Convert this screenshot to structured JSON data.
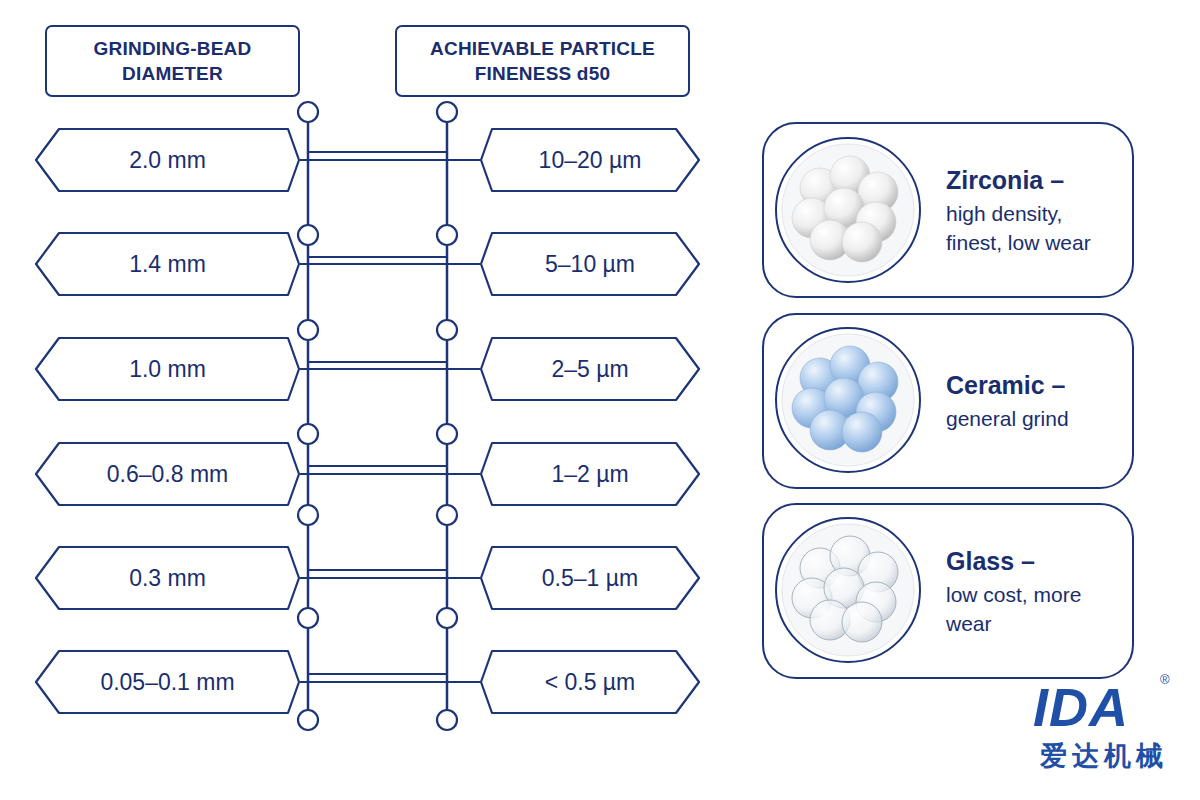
{
  "diagram": {
    "nodes": [
      {
        "text": [
          "GRINDING-BEAD DIAMETER"
        ]
      },
      {
        "text": [
          "ACHIEVABLE PARTICLE FINENESS d50"
        ]
      },
      {
        "text": [
          "2.0 mm"
        ]
      },
      {
        "text": [
          "10–20 µm"
        ]
      },
      {
        "text": [
          "1.4 mm"
        ]
      },
      {
        "text": [
          "5–10 µm"
        ]
      },
      {
        "text": [
          "1.0 mm"
        ]
      },
      {
        "text": [
          "2–5 µm"
        ]
      },
      {
        "text": [
          "0.6–0.8 mm"
        ]
      },
      {
        "text": [
          "1–2 µm"
        ]
      },
      {
        "text": [
          "0.3 mm"
        ]
      },
      {
        "text": [
          "0.5–1 µm"
        ]
      },
      {
        "text": [
          "0.05–0.1 mm"
        ]
      },
      {
        "text": [
          "< 0.5 µm"
        ]
      },
      {
        "text": [
          "Zirconia –",
          "high density, finest, low wear"
        ]
      },
      {
        "text": [
          "Ceramic –",
          "general grind"
        ]
      },
      {
        "text": [
          "Glass –",
          "low cost, more wear"
        ]
      }
    ],
    "edges": [
      {
        "from": 2,
        "to": 3,
        "arrow": "none"
      },
      {
        "from": 4,
        "to": 5,
        "arrow": "none"
      },
      {
        "from": 6,
        "to": 7,
        "arrow": "none"
      },
      {
        "from": 8,
        "to": 9,
        "arrow": "none"
      },
      {
        "from": 10,
        "to": 11,
        "arrow": "none"
      },
      {
        "from": 12,
        "to": 13,
        "arrow": "none"
      }
    ],
    "labels": [
      "IDA",
      "®",
      "爱达机械"
    ]
  }
}
